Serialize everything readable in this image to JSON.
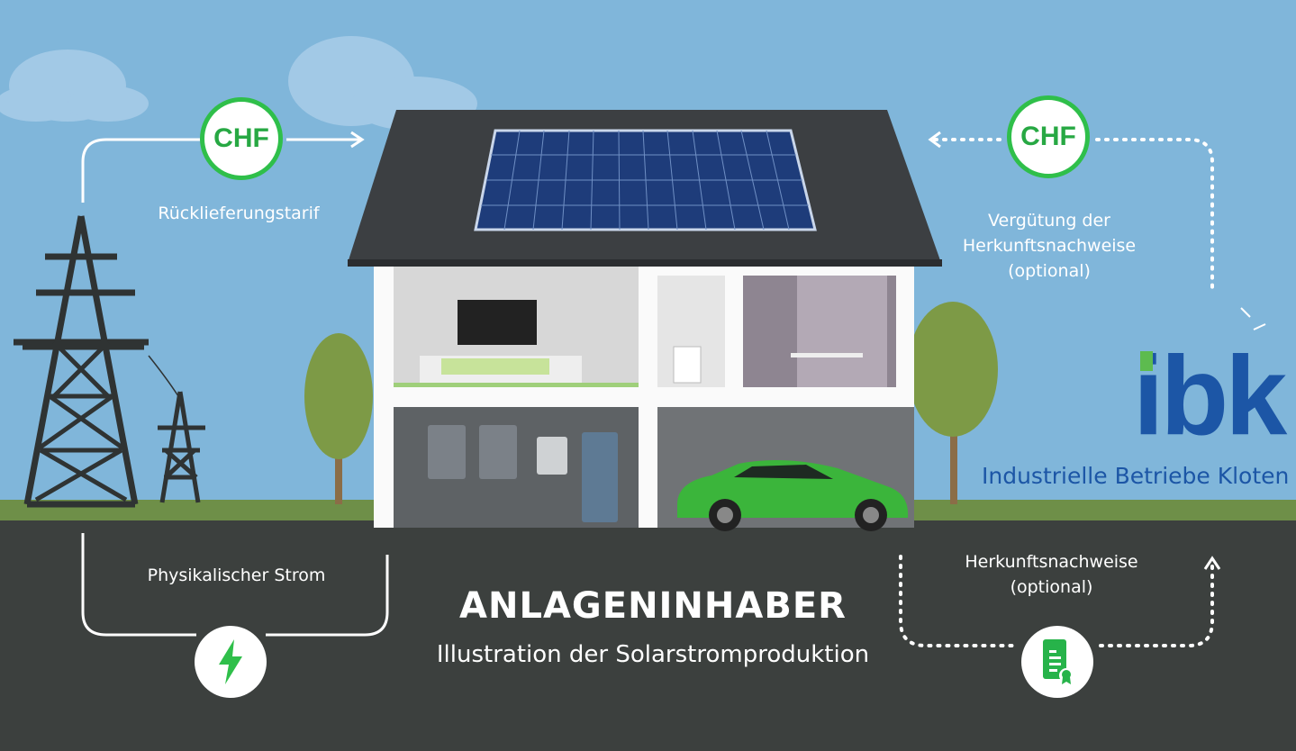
{
  "diagram": {
    "title": "ANLAGENINHABER",
    "subtitle": "Illustration der Solarstromproduktion",
    "flows": {
      "feed_in_tariff": {
        "icon_text": "CHF",
        "label": "Rücklieferungstarif"
      },
      "guarantee_payment": {
        "icon_text": "CHF",
        "label_lines": [
          "Vergütung der",
          "Herkunftsnachweise",
          "(optional)"
        ]
      },
      "physical_power": {
        "icon": "lightning-icon",
        "label": "Physikalischer Strom"
      },
      "guarantees_of_origin": {
        "icon": "certificate-icon",
        "label_lines": [
          "Herkunftsnachweise",
          "(optional)"
        ]
      }
    }
  },
  "logo": {
    "short": "ibk",
    "full": "Industrielle Betriebe Kloten"
  },
  "colors": {
    "sky": "#80b6da",
    "ground": "#3c403e",
    "grass": "#6e8f48",
    "accent_green": "#2fbf4a",
    "brand_blue": "#1c56a6"
  }
}
